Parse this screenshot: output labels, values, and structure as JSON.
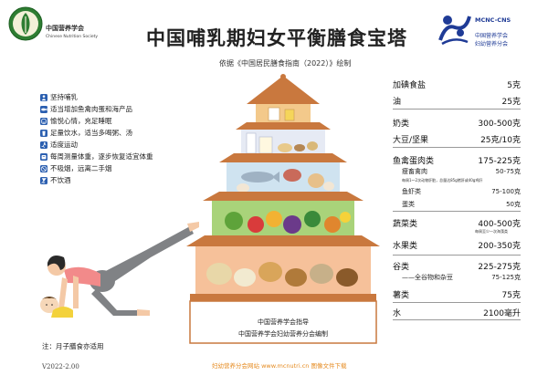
{
  "header": {
    "org_name_cn": "中国营养学会",
    "org_name_en": "Chinese Nutrition Society",
    "title": "中国哺乳期妇女平衡膳食宝塔",
    "subtitle": "依据《中国居民膳食指南（2022）》绘制",
    "partner_code": "MCNC-CNS",
    "partner_name_line1": "中国营养学会",
    "partner_name_line2": "妇幼营养分会"
  },
  "tips": [
    {
      "icon": "breastfeeding-icon",
      "text": "坚持哺乳"
    },
    {
      "icon": "fish-icon",
      "text": "适当增加鱼禽肉蛋和海产品"
    },
    {
      "icon": "smile-icon",
      "text": "愉悦心情，充足睡眠"
    },
    {
      "icon": "drink-icon",
      "text": "足量饮水，适当多喝粥、汤"
    },
    {
      "icon": "exercise-icon",
      "text": "适度运动"
    },
    {
      "icon": "scale-icon",
      "text": "每周测量体重，逐步恢复适宜体重"
    },
    {
      "icon": "no-smoking-icon",
      "text": "不吸烟，远离二手烟"
    },
    {
      "icon": "no-alcohol-icon",
      "text": "不饮酒"
    }
  ],
  "nutrition": {
    "salt": {
      "label": "加碘食盐",
      "value": "5克"
    },
    "oil": {
      "label": "油",
      "value": "25克"
    },
    "dairy": {
      "label": "奶类",
      "value": "300-500克"
    },
    "soy": {
      "label": "大豆/坚果",
      "value": "25克/10克"
    },
    "protein": {
      "label": "鱼禽蛋肉类",
      "value": "175-225克"
    },
    "meat": {
      "label": "瘦畜禽肉",
      "value": "50-75克"
    },
    "meat_note": "每周1～2次动物肝脏，总量达85g猪肝或40g鸡肝",
    "fish": {
      "label": "鱼虾类",
      "value": "75-100克"
    },
    "egg": {
      "label": "蛋类",
      "value": "50克"
    },
    "veg": {
      "label": "蔬菜类",
      "value": "400-500克"
    },
    "veg_note": "每周至少一次海藻类",
    "fruit": {
      "label": "水果类",
      "value": "200-350克"
    },
    "grain": {
      "label": "谷类",
      "value": "225-275克"
    },
    "wholegrain": {
      "label": "——全谷物和杂豆",
      "value": "75-125克"
    },
    "tuber": {
      "label": "薯类",
      "value": "75克"
    },
    "water": {
      "label": "水",
      "value": "2100毫升"
    }
  },
  "pagoda": {
    "guide_line1": "中国营养学会指导",
    "guide_line2": "中国营养学会妇幼营养分会编制"
  },
  "footer": {
    "note": "注：月子膳食亦适用",
    "version": "V2022-2.00",
    "website": "妇幼营养分会网站 www.mcnutri.cn 图像文件下载"
  },
  "colors": {
    "tier_salt": "#f3c98b",
    "tier_dairy": "#e6eaf4",
    "tier_protein": "#cfe3f0",
    "tier_veg": "#a9d37a",
    "tier_grain": "#f6c19a",
    "roof": "#c9783e",
    "accent_orange": "#e58a1f",
    "partner_blue": "#1f3b96",
    "cns_green": "#2e7d32"
  }
}
